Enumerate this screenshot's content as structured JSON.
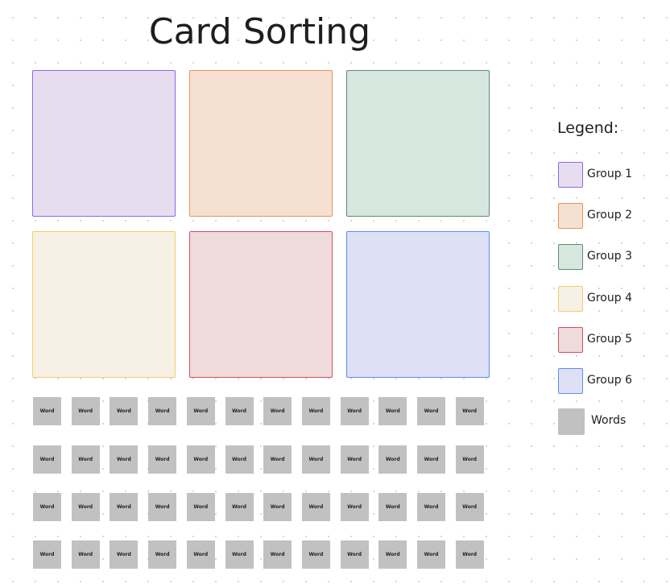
{
  "title": "Card Sorting",
  "groups": [
    {
      "label": "Group 1",
      "fill": "#e8dcf0",
      "border": "#8a6be0"
    },
    {
      "label": "Group 2",
      "fill": "#f6e0d2",
      "border": "#e8935a"
    },
    {
      "label": "Group 3",
      "fill": "#d6e7e0",
      "border": "#5e8a70"
    },
    {
      "label": "Group 4",
      "fill": "#f7f0e4",
      "border": "#f3cc6a"
    },
    {
      "label": "Group 5",
      "fill": "#efdadc",
      "border": "#d2505e"
    },
    {
      "label": "Group 6",
      "fill": "#dee0f6",
      "border": "#5b8ee8"
    }
  ],
  "card_label": "Word",
  "card_rows": 4,
  "card_cols": 12,
  "legend": {
    "title": "Legend:",
    "words_label": "Words",
    "words_color": "#c1c1c1"
  }
}
